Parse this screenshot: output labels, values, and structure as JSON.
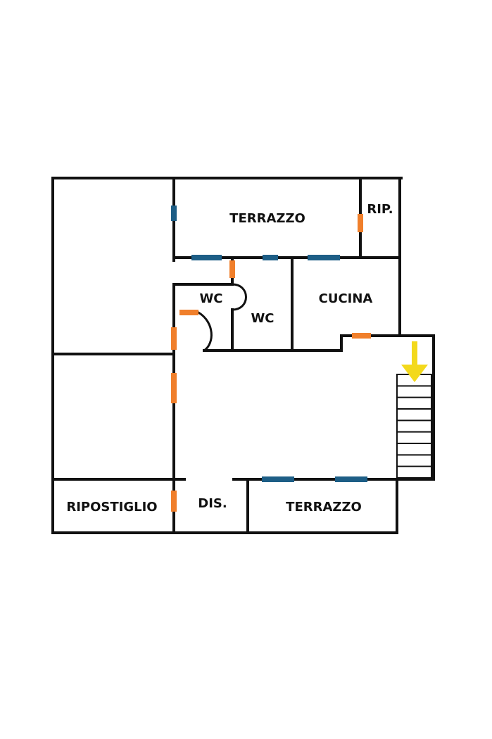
{
  "rooms": {
    "terrazzo_top": "TERRAZZO",
    "rip": "RIP.",
    "wc_left": "WC",
    "wc_right": "WC",
    "cucina": "CUCINA",
    "ripostiglio": "RIPOSTIGLIO",
    "dis": "DIS.",
    "terrazzo_bottom": "TERRAZZO"
  },
  "colors": {
    "window": "#1d5e86",
    "door": "#f07f2b",
    "stairs_arrow": "#f3d91c",
    "wall": "#111111"
  }
}
